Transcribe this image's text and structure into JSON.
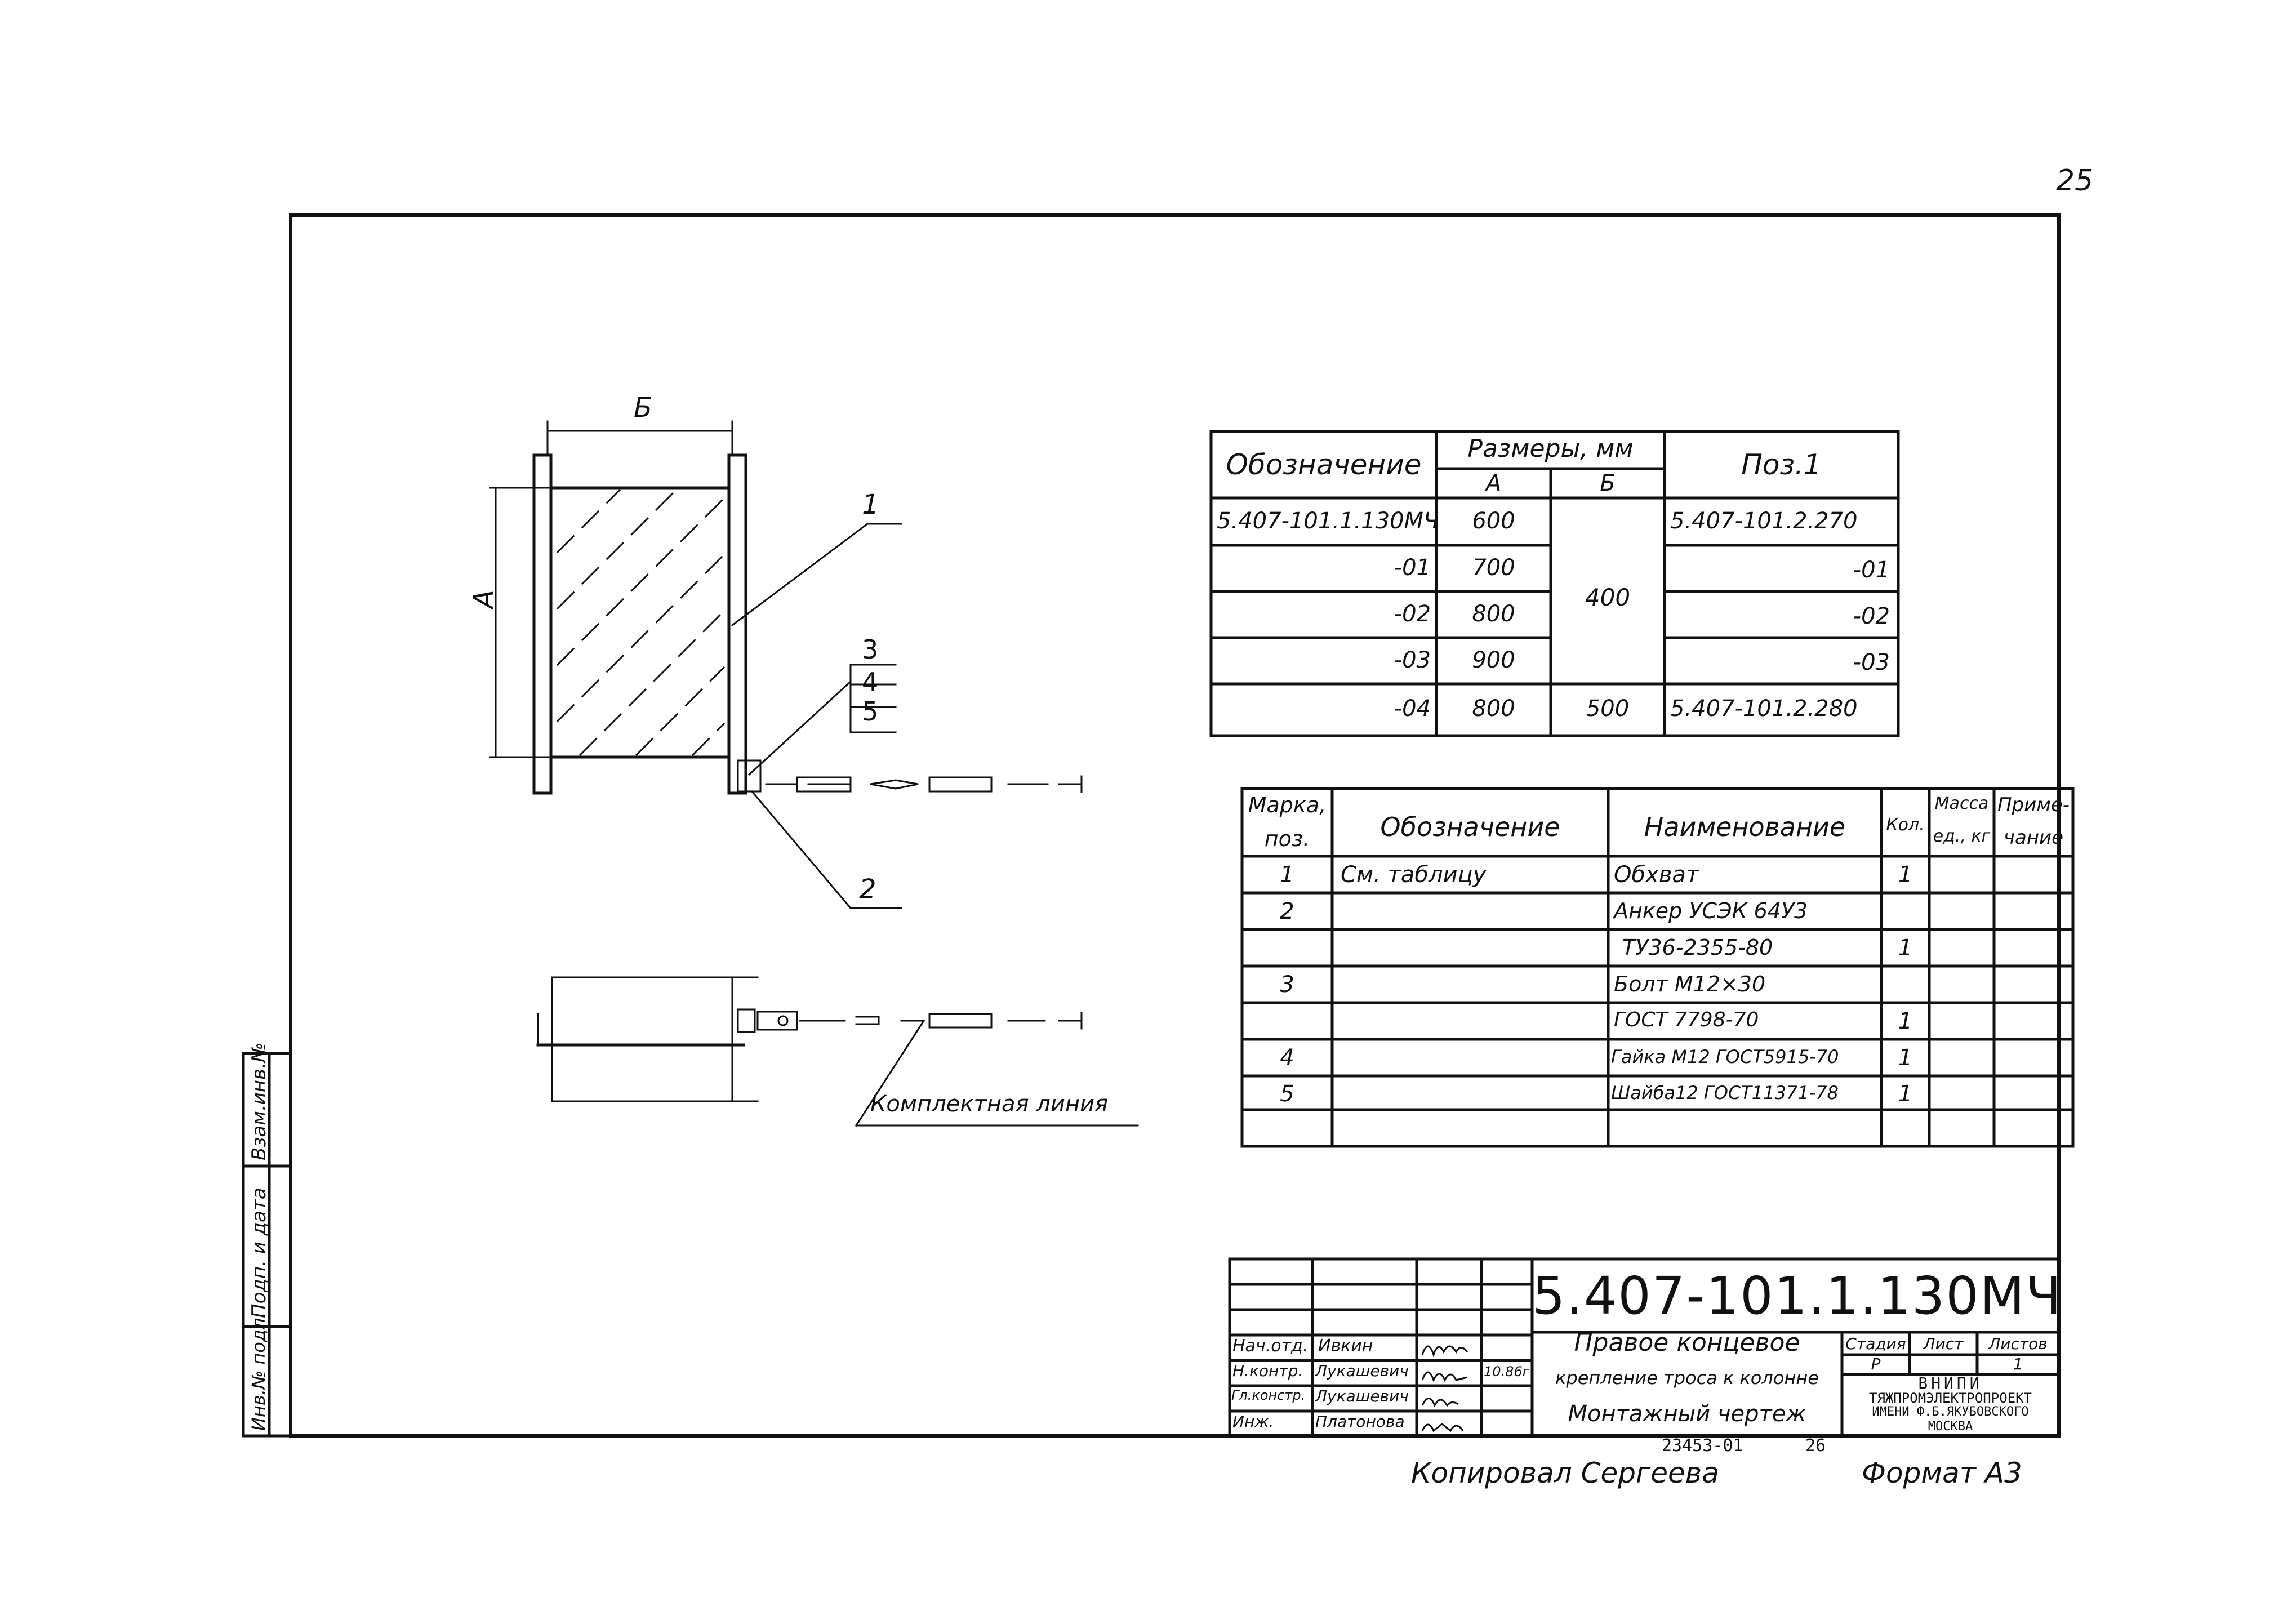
{
  "page_number": "25",
  "drawing": {
    "label_b": "Б",
    "label_a": "А",
    "callout_1": "1",
    "callout_2": "2",
    "callout_3": "3",
    "callout_4": "4",
    "callout_5": "5",
    "complete_line_label": "Комплектная линия"
  },
  "sizes_table": {
    "header_designation": "Обозначение",
    "header_sizes": "Размеры, мм",
    "header_a": "А",
    "header_b": "Б",
    "header_pos": "Поз.1",
    "rows": [
      {
        "designation": "5.407-101.1.130МЧ",
        "a": "600",
        "b": "",
        "pos": "5.407-101.2.270"
      },
      {
        "designation": "-01",
        "a": "700",
        "b": "",
        "pos": "-01"
      },
      {
        "designation": "-02",
        "a": "800",
        "b": "",
        "pos": "-02"
      },
      {
        "designation": "-03",
        "a": "900",
        "b": "",
        "pos": "-03"
      },
      {
        "designation": "-04",
        "a": "800",
        "b": "500",
        "pos": "5.407-101.2.280"
      }
    ],
    "merged_b": "400"
  },
  "spec_table": {
    "header_mark": "Марка, поз.",
    "header_mark_l1": "Марка,",
    "header_mark_l2": "поз.",
    "header_designation": "Обозначение",
    "header_name": "Наименование",
    "header_qty": "Кол.",
    "header_mass_l1": "Масса",
    "header_mass_l2": "ед., кг",
    "header_note_l1": "Приме-",
    "header_note_l2": "чание",
    "rows": [
      {
        "mark": "1",
        "designation": "См. таблицу",
        "name": "Обхват",
        "qty": "1"
      },
      {
        "mark": "2",
        "designation": "",
        "name": "Анкер УСЭК 64У3",
        "qty": ""
      },
      {
        "mark": "",
        "designation": "",
        "name": "ТУ36-2355-80",
        "qty": "1"
      },
      {
        "mark": "3",
        "designation": "",
        "name": "Болт М12×30",
        "qty": ""
      },
      {
        "mark": "",
        "designation": "",
        "name": "ГОСТ 7798-70",
        "qty": "1"
      },
      {
        "mark": "4",
        "designation": "",
        "name": "Гайка М12 ГОСТ5915-70",
        "qty": "1"
      },
      {
        "mark": "5",
        "designation": "",
        "name": "Шайба12 ГОСТ11371-78",
        "qty": "1"
      },
      {
        "mark": "",
        "designation": "",
        "name": "",
        "qty": ""
      }
    ]
  },
  "side_stamp": {
    "inv_podl": "Инв.№ подл.",
    "podp_data": "Подп. и дата",
    "vzam_inv": "Взам.инв.№"
  },
  "title_block": {
    "code": "5.407-101.1.130МЧ",
    "title_l1": "Правое концевое",
    "title_l2": "крепление троса к колонне",
    "title_l3": "Монтажный чертеж",
    "stage_label": "Стадия",
    "sheet_label": "Лист",
    "sheets_label": "Листов",
    "stage_value": "Р",
    "sheets_value": "1",
    "org_l1": "ВНИПИ",
    "org_l2": "ТЯЖПРОМЭЛЕКТРОПРОЕКТ",
    "org_l3": "ИМЕНИ Ф.Б.ЯКУБОВСКОГО",
    "org_l4": "МОСКВА",
    "date_value": "10.86г",
    "people": [
      {
        "role": "Нач.отд.",
        "name": "Ивкин"
      },
      {
        "role": "Н.контр.",
        "name": "Лукашевич"
      },
      {
        "role": "Гл.констр.",
        "name": "Лукашевич"
      },
      {
        "role": "Инж.",
        "name": "Платонова"
      }
    ]
  },
  "footer": {
    "order_number": "23453-01",
    "order_page": "26",
    "copied_by": "Копировал Сергеева",
    "format": "Формат А3"
  }
}
